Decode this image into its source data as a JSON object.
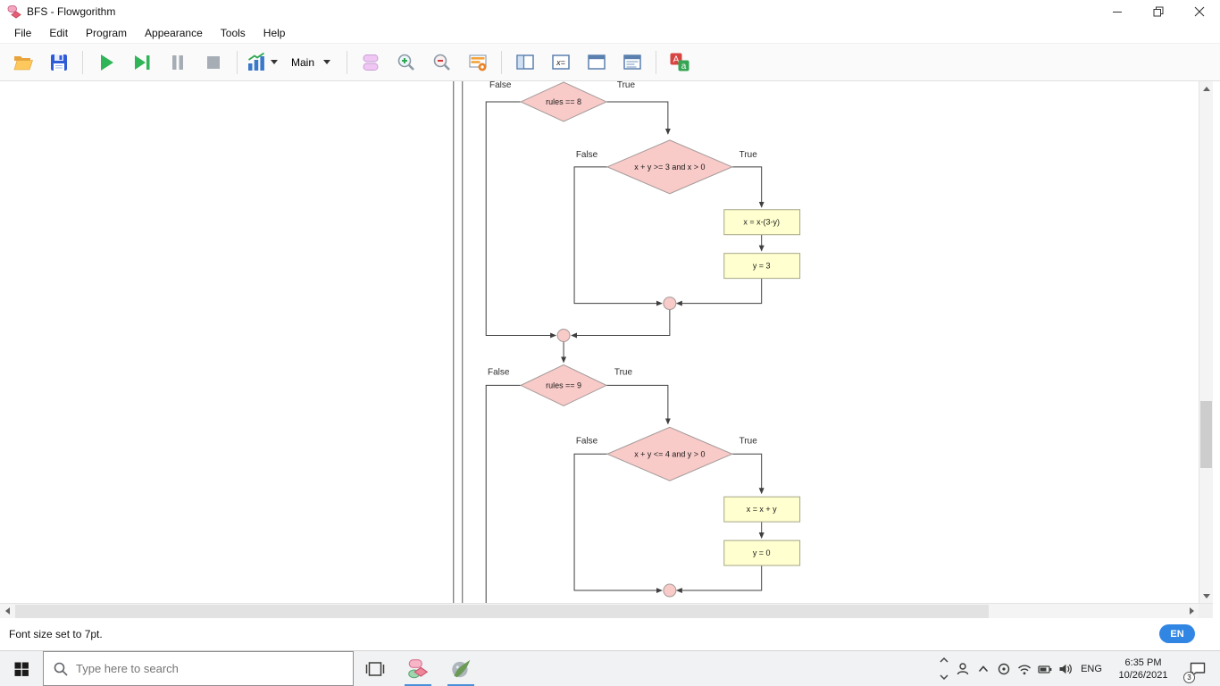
{
  "window": {
    "title": "BFS - Flowgorithm"
  },
  "menu": {
    "items": [
      "File",
      "Edit",
      "Program",
      "Appearance",
      "Tools",
      "Help"
    ]
  },
  "toolbar": {
    "function_name": "Main",
    "icon_glyphs": {
      "variable_watch": "x=",
      "translate_front": "A",
      "translate_back": "a"
    }
  },
  "flowchart": {
    "labels": {
      "false": "False",
      "true": "True"
    },
    "nodes": {
      "d1": "rules == 8",
      "d2": "x + y >= 3 and x > 0",
      "r1": "x = x-(3-y)",
      "r2": "y = 3",
      "d3": "rules == 9",
      "d4": "x + y <= 4 and y > 0",
      "r3": "x = x + y",
      "r4": "y = 0"
    }
  },
  "statusbar": {
    "message": "Font size set to 7pt.",
    "language_badge": "EN"
  },
  "taskbar": {
    "search_placeholder": "Type here to search",
    "tray": {
      "language": "ENG",
      "time": "6:35 PM",
      "date": "10/26/2021",
      "notification_count": "3"
    }
  }
}
